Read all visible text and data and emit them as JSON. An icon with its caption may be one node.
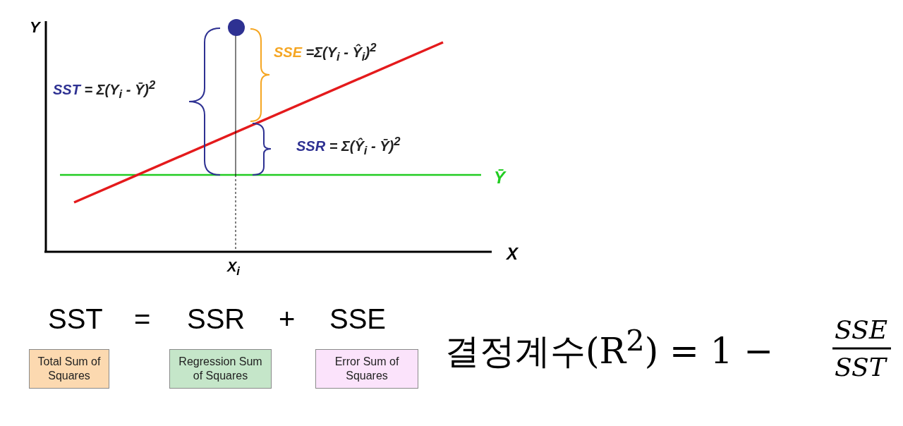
{
  "diagram": {
    "nodes": [
      {
        "text": [
          "Total Sum of Squares"
        ],
        "beside": [
          "SST"
        ]
      },
      {
        "text": [
          "Regression Sum of Squares"
        ],
        "beside": [
          "SSR"
        ]
      },
      {
        "text": [
          "Error Sum of Squares"
        ],
        "beside": [
          "SSE"
        ]
      }
    ],
    "labels": [
      "Y",
      "SSE =Σ(Y$_{i}$ - Ŷ$_{i}$)$^{2}$",
      "SST = Σ(Y$_{i}$ - Ȳ)$^{2}$",
      "SSR = Σ(Ŷ$_{i}$ - Ȳ)$^{2}$",
      "Ȳ",
      "X$_{i}$",
      "X",
      "=",
      "+",
      "결정계수(R$^{2}$) = 1 −",
      "SSE",
      "SST"
    ]
  }
}
